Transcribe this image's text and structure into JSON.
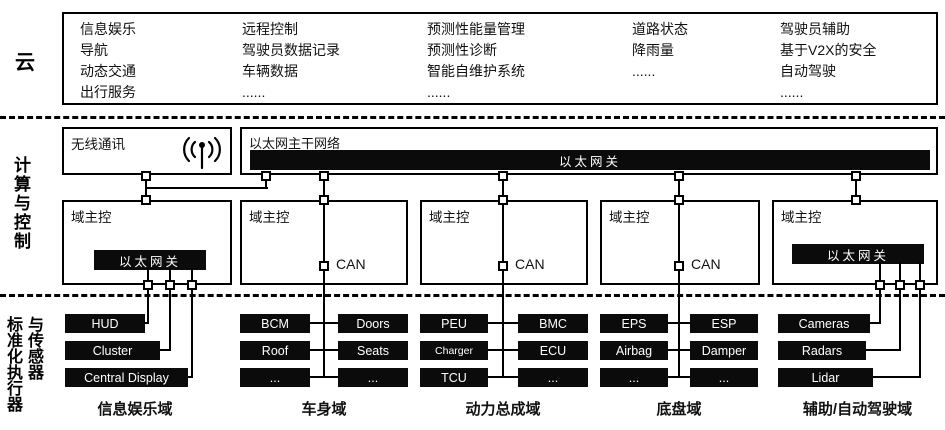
{
  "sides": {
    "cloud": "云",
    "compute": "计算与控制",
    "devices": "标准化执行器与传感器"
  },
  "cloud": {
    "columns": [
      {
        "items": [
          "信息娱乐",
          "导航",
          "动态交通",
          "出行服务"
        ]
      },
      {
        "items": [
          "远程控制",
          "驾驶员数据记录",
          "车辆数据",
          "......"
        ]
      },
      {
        "items": [
          "预测性能量管理",
          "预测性诊断",
          "智能自维护系统",
          "......"
        ]
      },
      {
        "items": [
          "道路状态",
          "降雨量",
          "......"
        ]
      },
      {
        "items": [
          "驾驶员辅助",
          "基于V2X的安全",
          "自动驾驶",
          "......"
        ]
      }
    ]
  },
  "compute": {
    "wireless_label": "无线通讯",
    "backbone_label": "以太网主干网络",
    "backbone_gateway": "以太网关",
    "domain_title": "域主控",
    "ethernet_gateway": "以太网关",
    "can_label": "CAN"
  },
  "devices": {
    "groups": [
      {
        "label": "信息娱乐域",
        "items": [
          "HUD",
          "Cluster",
          "Central Display"
        ]
      },
      {
        "label": "车身域",
        "left": [
          "BCM",
          "Roof",
          "..."
        ],
        "right": [
          "Doors",
          "Seats",
          "..."
        ]
      },
      {
        "label": "动力总成域",
        "left": [
          "PEU",
          "Charger",
          "TCU"
        ],
        "right": [
          "BMC",
          "ECU",
          "..."
        ]
      },
      {
        "label": "底盘域",
        "left": [
          "EPS",
          "Airbag",
          "..."
        ],
        "right": [
          "ESP",
          "Damper",
          "..."
        ]
      },
      {
        "label": "辅助/自动驾驶域",
        "items": [
          "Cameras",
          "Radars",
          "Lidar"
        ]
      }
    ]
  }
}
